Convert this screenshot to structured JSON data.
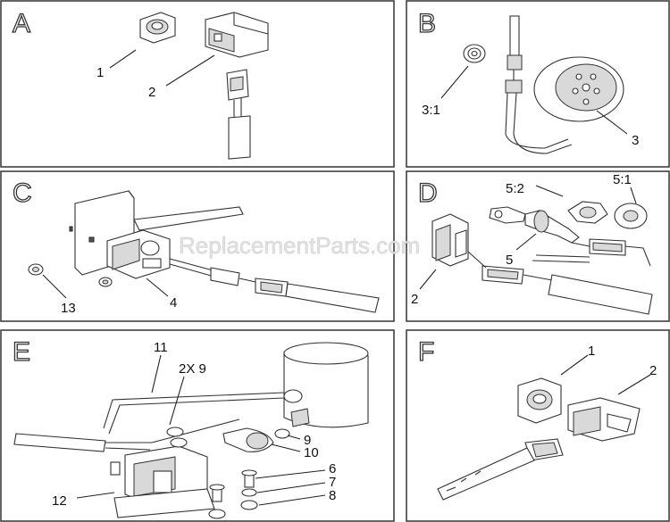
{
  "watermark": "ReplacementParts.com",
  "panels": [
    {
      "letter": "A",
      "callouts": [
        "1",
        "2"
      ]
    },
    {
      "letter": "B",
      "callouts": [
        "3:1",
        "3"
      ]
    },
    {
      "letter": "C",
      "callouts": [
        "13",
        "4"
      ]
    },
    {
      "letter": "D",
      "callouts": [
        "5:2",
        "5:1",
        "5",
        "2"
      ]
    },
    {
      "letter": "E",
      "callouts": [
        "11",
        "2X 9",
        "9",
        "10",
        "6",
        "7",
        "8",
        "12"
      ]
    },
    {
      "letter": "F",
      "callouts": [
        "1",
        "2"
      ]
    }
  ]
}
